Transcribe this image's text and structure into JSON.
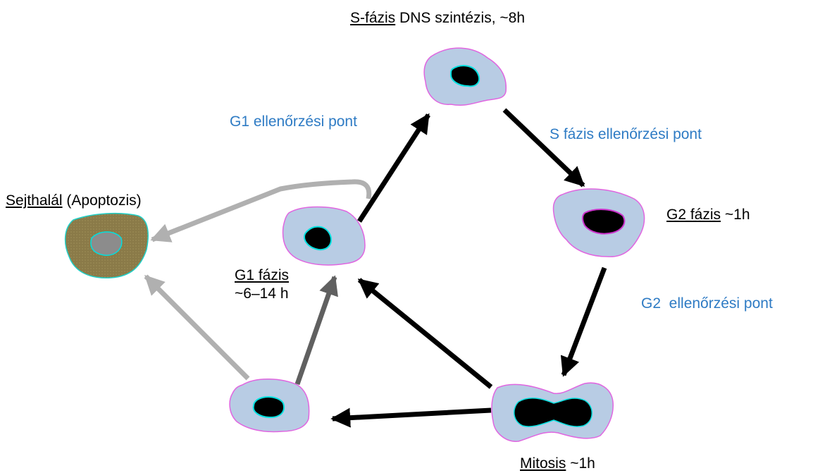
{
  "colors": {
    "cell_fill": "#b8cce4",
    "cell_outline": "#e066e0",
    "nucleus_fill": "#000000",
    "nucleus_outline": "#00e0e0",
    "dead_cell_fill": "#8a7a48",
    "dead_nucleus_fill": "#8c8c8c",
    "checkpoint_text": "#2e7bc4",
    "arrow_black": "#000000",
    "arrow_dark_gray": "#606060",
    "arrow_light_gray": "#b0b0b0"
  },
  "labels": {
    "s_phase": {
      "name": "S-fázis",
      "desc": "DNS szintézis, ~8h"
    },
    "g2_phase": {
      "name": "G2 fázis",
      "desc": "~1h"
    },
    "g1_phase": {
      "name": "G1 fázis",
      "desc": "~6–14 h"
    },
    "mitosis": {
      "name": "Mitosis",
      "desc": "~1h"
    },
    "apoptosis": {
      "name": "Sejthalál",
      "desc": "(Apoptozis)"
    }
  },
  "checkpoints": {
    "g1": "G1 ellenőrzési pont",
    "s": "S fázis ellenőrzési pont",
    "g2": "G2  ellenőrzési pont"
  }
}
